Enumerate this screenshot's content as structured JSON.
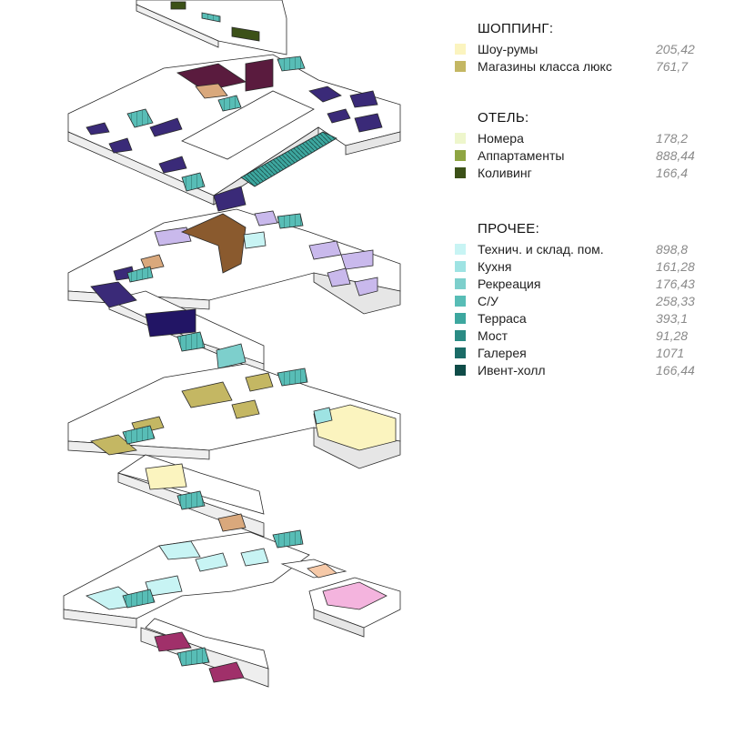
{
  "legend": {
    "groups": [
      {
        "title": "ШОППИНГ:",
        "items": [
          {
            "label": "Шоу-румы",
            "value": "205,42",
            "color": "#fbf4bf"
          },
          {
            "label": "Магазины класса люкс",
            "value": "761,7",
            "color": "#c4b763"
          }
        ]
      },
      {
        "title": "ОТЕЛЬ:",
        "items": [
          {
            "label": "Номера",
            "value": "178,2",
            "color": "#eef6cc"
          },
          {
            "label": "Аппартаменты",
            "value": "888,44",
            "color": "#8ea542"
          },
          {
            "label": "Коливинг",
            "value": "166,4",
            "color": "#3c5118"
          }
        ]
      },
      {
        "title": "ПРОЧЕЕ:",
        "items": [
          {
            "label": "Технич. и склад. пом.",
            "value": "898,8",
            "color": "#c8f4f4"
          },
          {
            "label": "Кухня",
            "value": "161,28",
            "color": "#9ee3e3"
          },
          {
            "label": "Рекреация",
            "value": "176,43",
            "color": "#7dcfcc"
          },
          {
            "label": "С/У",
            "value": "258,33",
            "color": "#58bdb6"
          },
          {
            "label": "Терраса",
            "value": "393,1",
            "color": "#3da79f"
          },
          {
            "label": "Мост",
            "value": "91,28",
            "color": "#2a8b84"
          },
          {
            "label": "Галерея",
            "value": "1071",
            "color": "#1b6c67"
          },
          {
            "label": "Ивент-холл",
            "value": "166,44",
            "color": "#0f4c48"
          }
        ]
      }
    ]
  },
  "plan_colors": {
    "wall": "#ffffff",
    "outline": "#2a2a2a",
    "purple_dark": "#3a2a78",
    "purple_light": "#c9b9ec",
    "brown": "#8a5a2e",
    "tan": "#d9a87c",
    "wine": "#5a1b3e",
    "magenta": "#a0306a",
    "pink": "#f4b4de",
    "peach": "#f6c9a8",
    "olive": "#c4b763",
    "cream": "#fbf4bf",
    "cyan_light": "#c8f4f4",
    "teal": "#58bdb6",
    "green_dark": "#3c5118"
  }
}
